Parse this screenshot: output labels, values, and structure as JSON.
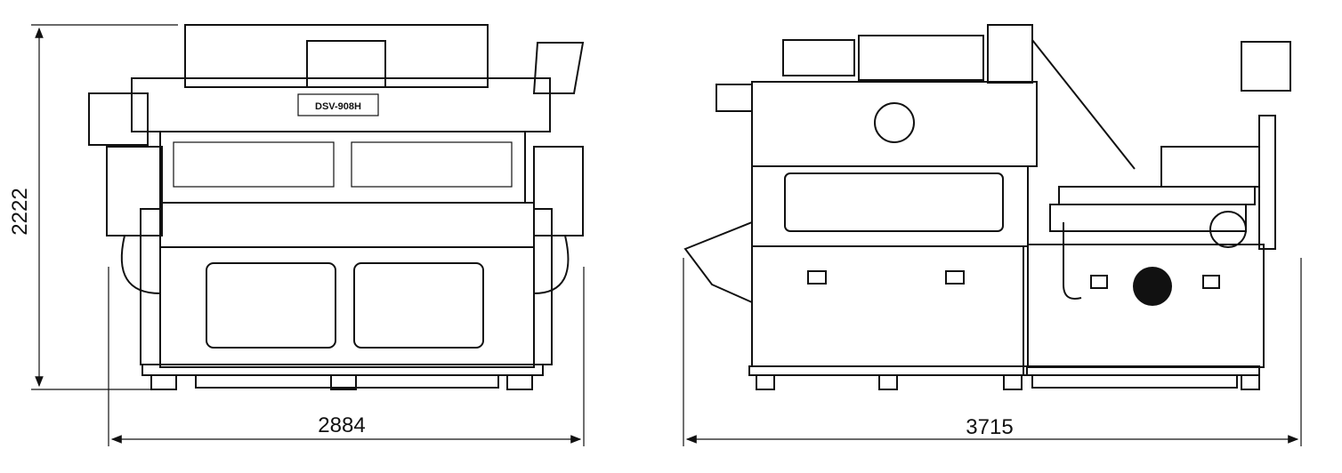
{
  "front_view": {
    "height_dim": "2222",
    "width_dim": "2884",
    "panel_label": "DSV-908H"
  },
  "side_view": {
    "length_dim": "3715"
  },
  "colors": {
    "line": "#111111",
    "background": "#ffffff"
  }
}
